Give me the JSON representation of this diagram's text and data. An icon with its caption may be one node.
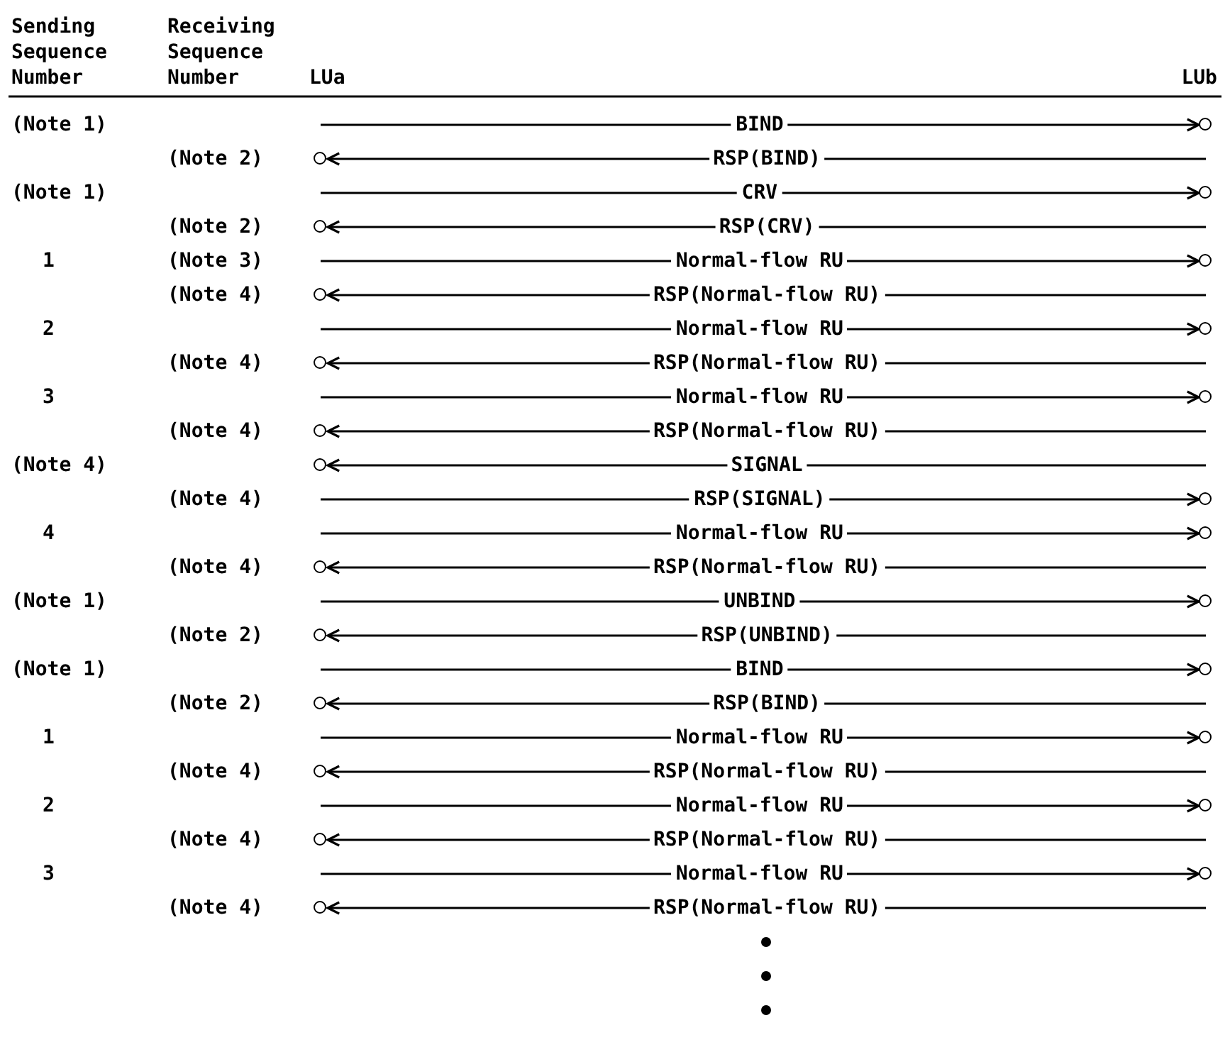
{
  "diagram": {
    "nodes": [
      {
        "text": [],
        "shape": "circle"
      },
      {
        "text": [],
        "shape": "circle"
      },
      {
        "text": [],
        "shape": "circle"
      },
      {
        "text": [],
        "shape": "circle"
      },
      {
        "text": [],
        "shape": "circle"
      },
      {
        "text": [],
        "shape": "circle"
      },
      {
        "text": [],
        "shape": "circle"
      },
      {
        "text": [],
        "shape": "circle"
      },
      {
        "text": [],
        "shape": "circle"
      },
      {
        "text": [],
        "shape": "circle"
      },
      {
        "text": [],
        "shape": "circle"
      },
      {
        "text": [],
        "shape": "circle"
      },
      {
        "text": [],
        "shape": "circle"
      },
      {
        "text": [],
        "shape": "circle"
      },
      {
        "text": [],
        "shape": "circle"
      },
      {
        "text": [],
        "shape": "circle"
      },
      {
        "text": [],
        "shape": "circle"
      },
      {
        "text": [],
        "shape": "circle"
      },
      {
        "text": [],
        "shape": "circle"
      },
      {
        "text": [],
        "shape": "circle"
      },
      {
        "text": [],
        "shape": "circle"
      },
      {
        "text": [],
        "shape": "circle"
      },
      {
        "text": [],
        "shape": "circle"
      },
      {
        "text": [],
        "shape": "circle"
      }
    ],
    "edges": [
      {
        "from": null,
        "to": 0,
        "arrow": "to",
        "label": "BIND"
      },
      {
        "from": null,
        "to": 1,
        "arrow": "to",
        "label": "RSP(BIND)"
      },
      {
        "from": null,
        "to": 2,
        "arrow": "to",
        "label": "CRV"
      },
      {
        "from": null,
        "to": 3,
        "arrow": "to",
        "label": "RSP(CRV)"
      },
      {
        "from": null,
        "to": 4,
        "arrow": "to",
        "label": "Normal-flow RU"
      },
      {
        "from": null,
        "to": 5,
        "arrow": "to",
        "label": "RSP(Normal-flow RU)"
      },
      {
        "from": null,
        "to": 6,
        "arrow": "to",
        "label": "Normal-flow RU"
      },
      {
        "from": null,
        "to": 7,
        "arrow": "to",
        "label": "RSP(Normal-flow RU)"
      },
      {
        "from": null,
        "to": 8,
        "arrow": "to",
        "label": "Normal-flow RU"
      },
      {
        "from": null,
        "to": 9,
        "arrow": "to",
        "label": "RSP(Normal-flow RU)"
      },
      {
        "from": null,
        "to": 10,
        "arrow": "to",
        "label": "SIGNAL"
      },
      {
        "from": null,
        "to": 11,
        "arrow": "to",
        "label": "RSP(SIGNAL)"
      },
      {
        "from": null,
        "to": 12,
        "arrow": "to",
        "label": "Normal-flow RU"
      },
      {
        "from": null,
        "to": 13,
        "arrow": "to",
        "label": "RSP(Normal-flow RU)"
      },
      {
        "from": null,
        "to": 14,
        "arrow": "to",
        "label": "UNBIND"
      },
      {
        "from": null,
        "to": 15,
        "arrow": "to",
        "label": "RSP(UNBIND)"
      },
      {
        "from": null,
        "to": 16,
        "arrow": "to",
        "label": "BIND"
      },
      {
        "from": null,
        "to": 17,
        "arrow": "to",
        "label": "RSP(BIND)"
      },
      {
        "from": null,
        "to": 18,
        "arrow": "to",
        "label": "Normal-flow RU"
      },
      {
        "from": null,
        "to": 19,
        "arrow": "to",
        "label": "RSP(Normal-flow RU)"
      },
      {
        "from": null,
        "to": 20,
        "arrow": "to",
        "label": "Normal-flow RU"
      },
      {
        "from": null,
        "to": 21,
        "arrow": "to",
        "label": "RSP(Normal-flow RU)"
      },
      {
        "from": null,
        "to": 22,
        "arrow": "to",
        "label": "Normal-flow RU"
      },
      {
        "from": null,
        "to": 23,
        "arrow": "to",
        "label": "RSP(Normal-flow RU)"
      }
    ],
    "labels": [
      "Sending Sequence Number",
      "Receiving Sequence Number",
      "LUa",
      "LUb",
      "(Note 1)",
      "(Note 2)",
      "(Note 1)",
      "(Note 2)",
      "1",
      "(Note 3)",
      "(Note 4)",
      "2",
      "(Note 4)",
      "3",
      "(Note 4)",
      "(Note 4)",
      "(Note 4)",
      "4",
      "(Note 4)",
      "(Note 1)",
      "(Note 2)",
      "(Note 1)",
      "(Note 2)",
      "1",
      "(Note 4)",
      "2",
      "(Note 4)",
      "3",
      "(Note 4)"
    ]
  }
}
